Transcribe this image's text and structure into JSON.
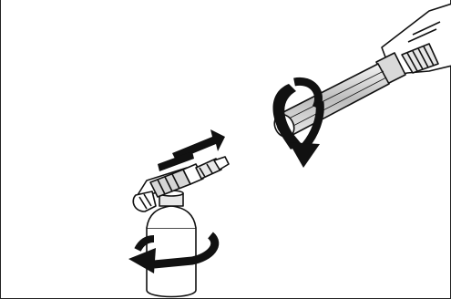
{
  "illustration": {
    "stroke_color": "#111111",
    "fill_color": "#ffffff",
    "shade_color": "#d0d0d0",
    "parts": [
      "spray-wand",
      "detergent-nozzle-bottle"
    ],
    "arrows": [
      "rotate-clockwise-arrow",
      "push-forward-arrow",
      "rotate-counterclockwise-arrow"
    ]
  }
}
